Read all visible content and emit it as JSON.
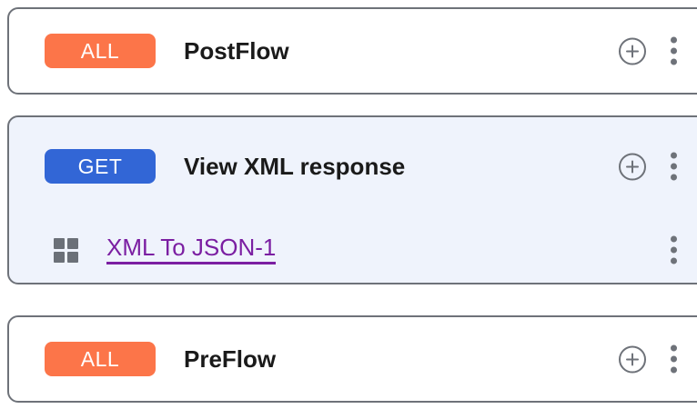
{
  "colors": {
    "badge_all": "#fc7549",
    "badge_get": "#3266d6",
    "card_border": "#6e7279",
    "card_selected_bg": "#eff3fc",
    "policy_link": "#7b1fa2",
    "icon_gray": "#6e7279",
    "title_text": "#1a1a1a",
    "page_bg": "#ffffff"
  },
  "flows": [
    {
      "id": "postflow",
      "badge": "ALL",
      "badge_type": "all",
      "name": "PostFlow",
      "selected": false,
      "add_icon": "plus-circle-icon",
      "menu_icon": "kebab-menu-icon",
      "policies": []
    },
    {
      "id": "view-xml-response",
      "badge": "GET",
      "badge_type": "get",
      "name": "View XML response",
      "selected": true,
      "add_icon": "plus-circle-icon",
      "menu_icon": "kebab-menu-icon",
      "policies": [
        {
          "id": "xml-to-json-1",
          "icon": "grid-policy-icon",
          "label": "XML To JSON-1",
          "menu_icon": "kebab-menu-icon"
        }
      ]
    },
    {
      "id": "preflow",
      "badge": "ALL",
      "badge_type": "all",
      "name": "PreFlow",
      "selected": false,
      "add_icon": "plus-circle-icon",
      "menu_icon": "kebab-menu-icon",
      "policies": []
    }
  ]
}
